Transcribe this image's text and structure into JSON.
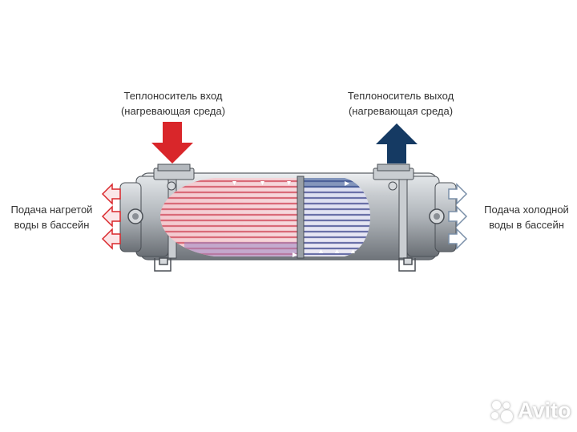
{
  "labels": {
    "coolant_in": [
      "Теплоноситель вход",
      "(нагревающая среда)"
    ],
    "coolant_out": [
      "Теплоноситель выход",
      "(нагревающая среда)"
    ],
    "heated_water_out": [
      "Подача нагретой",
      "воды в бассейн"
    ],
    "cold_water_in": [
      "Подача холодной",
      "воды в бассейн"
    ]
  },
  "watermark": "Avito",
  "colors": {
    "hot_arrow": "#d9262a",
    "cold_arrow": "#153a63",
    "hot_tubes": "#d96a78",
    "cool_tubes": "#6a70a8",
    "shell": "#a9aeb4",
    "outline": "#4a4f55"
  }
}
